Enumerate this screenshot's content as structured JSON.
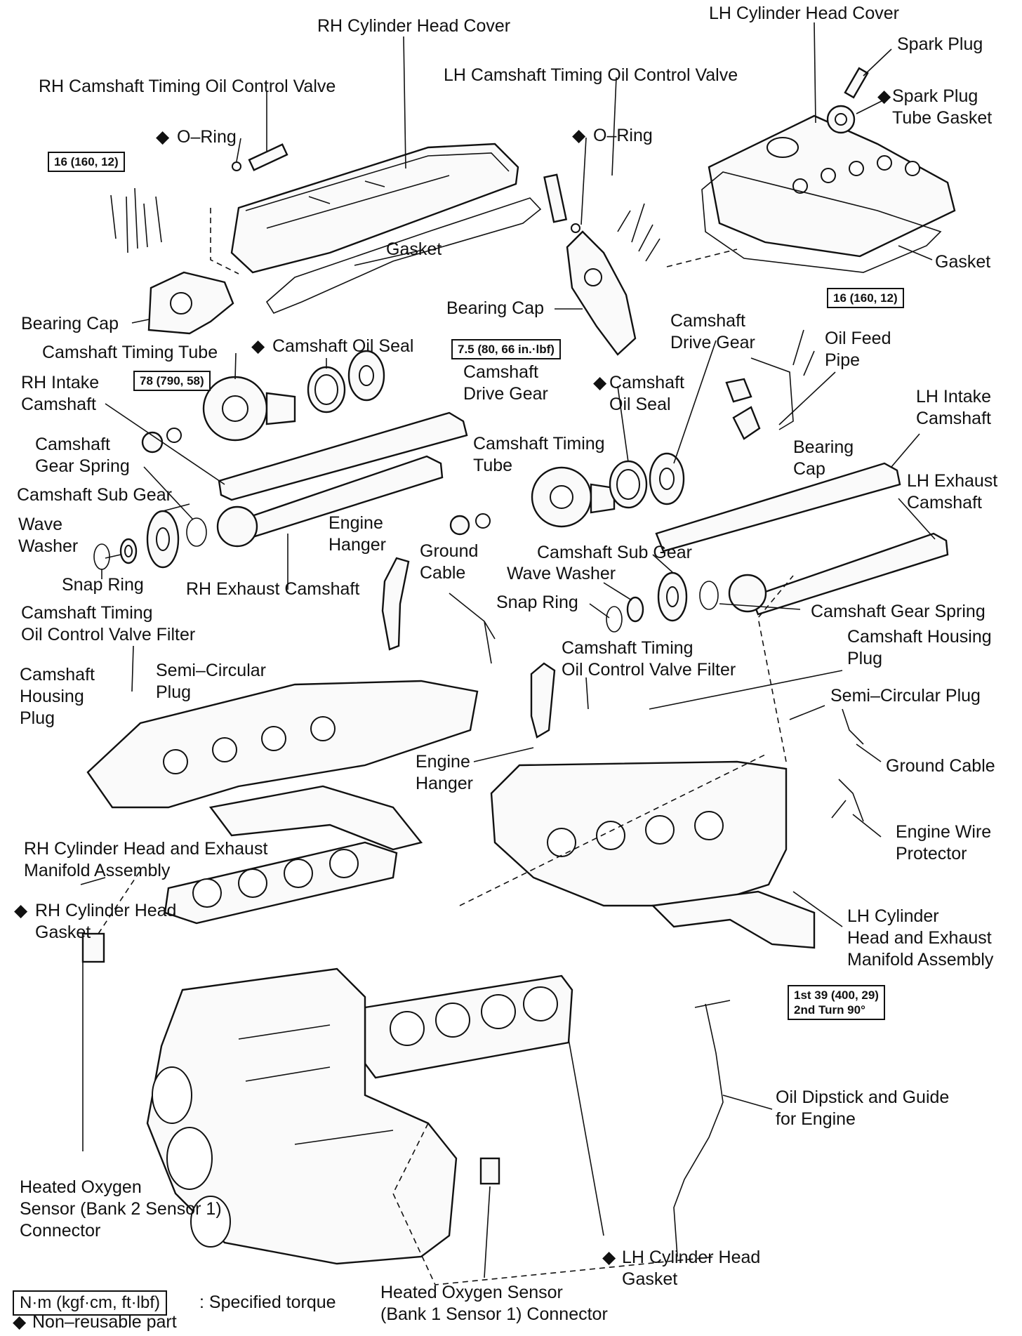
{
  "labels": {
    "rh_cyl_head_cover": "RH Cylinder Head Cover",
    "lh_cyl_head_cover": "LH Cylinder Head Cover",
    "spark_plug": "Spark Plug",
    "spark_plug_tube_gasket": "Spark Plug\nTube Gasket",
    "rh_ocv": "RH Camshaft Timing Oil Control Valve",
    "lh_ocv": "LH Camshaft Timing Oil Control Valve",
    "o_ring_rh": "O–Ring",
    "o_ring_lh": "O–Ring",
    "gasket_rh": "Gasket",
    "gasket_lh": "Gasket",
    "bearing_cap_rh": "Bearing Cap",
    "bearing_cap_mid": "Bearing Cap",
    "bearing_cap_lh": "Bearing\nCap",
    "cam_timing_tube_rh": "Camshaft Timing Tube",
    "cam_oil_seal_rh": "Camshaft Oil Seal",
    "cam_drive_gear_rh": "Camshaft\nDrive Gear",
    "cam_drive_gear_lh": "Camshaft\nDrive Gear",
    "oil_feed_pipe": "Oil Feed\nPipe",
    "rh_intake_cam": "RH Intake\nCamshaft",
    "cam_oil_seal_lh": "Camshaft\nOil Seal",
    "lh_intake_cam": "LH Intake\nCamshaft",
    "cam_gear_spring_rh": "Camshaft\nGear Spring",
    "cam_timing_tube_lh": "Camshaft Timing\nTube",
    "lh_exhaust_cam": "LH Exhaust\nCamshaft",
    "cam_sub_gear_rh": "Camshaft Sub Gear",
    "wave_washer_rh": "Wave\nWasher",
    "engine_hanger_top": "Engine\nHanger",
    "ground_cable_top": "Ground\nCable",
    "cam_sub_gear_lh": "Camshaft Sub Gear",
    "wave_washer_lh": "Wave Washer",
    "snap_ring_rh": "Snap Ring",
    "rh_exhaust_cam": "RH Exhaust Camshaft",
    "snap_ring_lh": "Snap Ring",
    "cam_gear_spring_lh": "Camshaft Gear Spring",
    "ocv_filter_rh": "Camshaft Timing\nOil Control Valve Filter",
    "cam_housing_plug_lh": "Camshaft Housing\nPlug",
    "ocv_filter_lh": "Camshaft Timing\nOil Control Valve Filter",
    "cam_housing_plug_rh": "Camshaft\nHousing\nPlug",
    "semi_circular_plug_rh": "Semi–Circular\nPlug",
    "semi_circular_plug_lh": "Semi–Circular Plug",
    "ground_cable_lh": "Ground Cable",
    "engine_hanger_bottom": "Engine\nHanger",
    "engine_wire_protector": "Engine Wire\nProtector",
    "rh_head_exhaust_assy": "RH Cylinder Head and Exhaust\nManifold Assembly",
    "lh_head_exhaust_assy": "LH Cylinder\nHead and Exhaust\nManifold Assembly",
    "rh_head_gasket": "RH Cylinder Head\nGasket",
    "oil_dipstick": "Oil Dipstick and Guide\nfor Engine",
    "ho2s_bank2": "Heated Oxygen\nSensor (Bank 2 Sensor 1)\nConnector",
    "lh_head_gasket": "LH Cylinder Head\nGasket",
    "ho2s_bank1": "Heated Oxygen Sensor\n(Bank 1 Sensor 1) Connector"
  },
  "torques": {
    "t1": "16 (160, 12)",
    "t2": "16 (160, 12)",
    "t3": "7.5 (80, 66 in.·lbf)",
    "t4": "78 (790, 58)",
    "t5": "1st 39 (400, 29)\n2nd Turn 90°"
  },
  "legend": {
    "torque_box": "N·m (kgf·cm, ft·lbf)",
    "torque_text": ": Specified torque",
    "nonreusable_text": "Non–reusable part",
    "diamond": "◆"
  },
  "icons": {
    "diamond": "non-reusable-diamond-icon"
  }
}
